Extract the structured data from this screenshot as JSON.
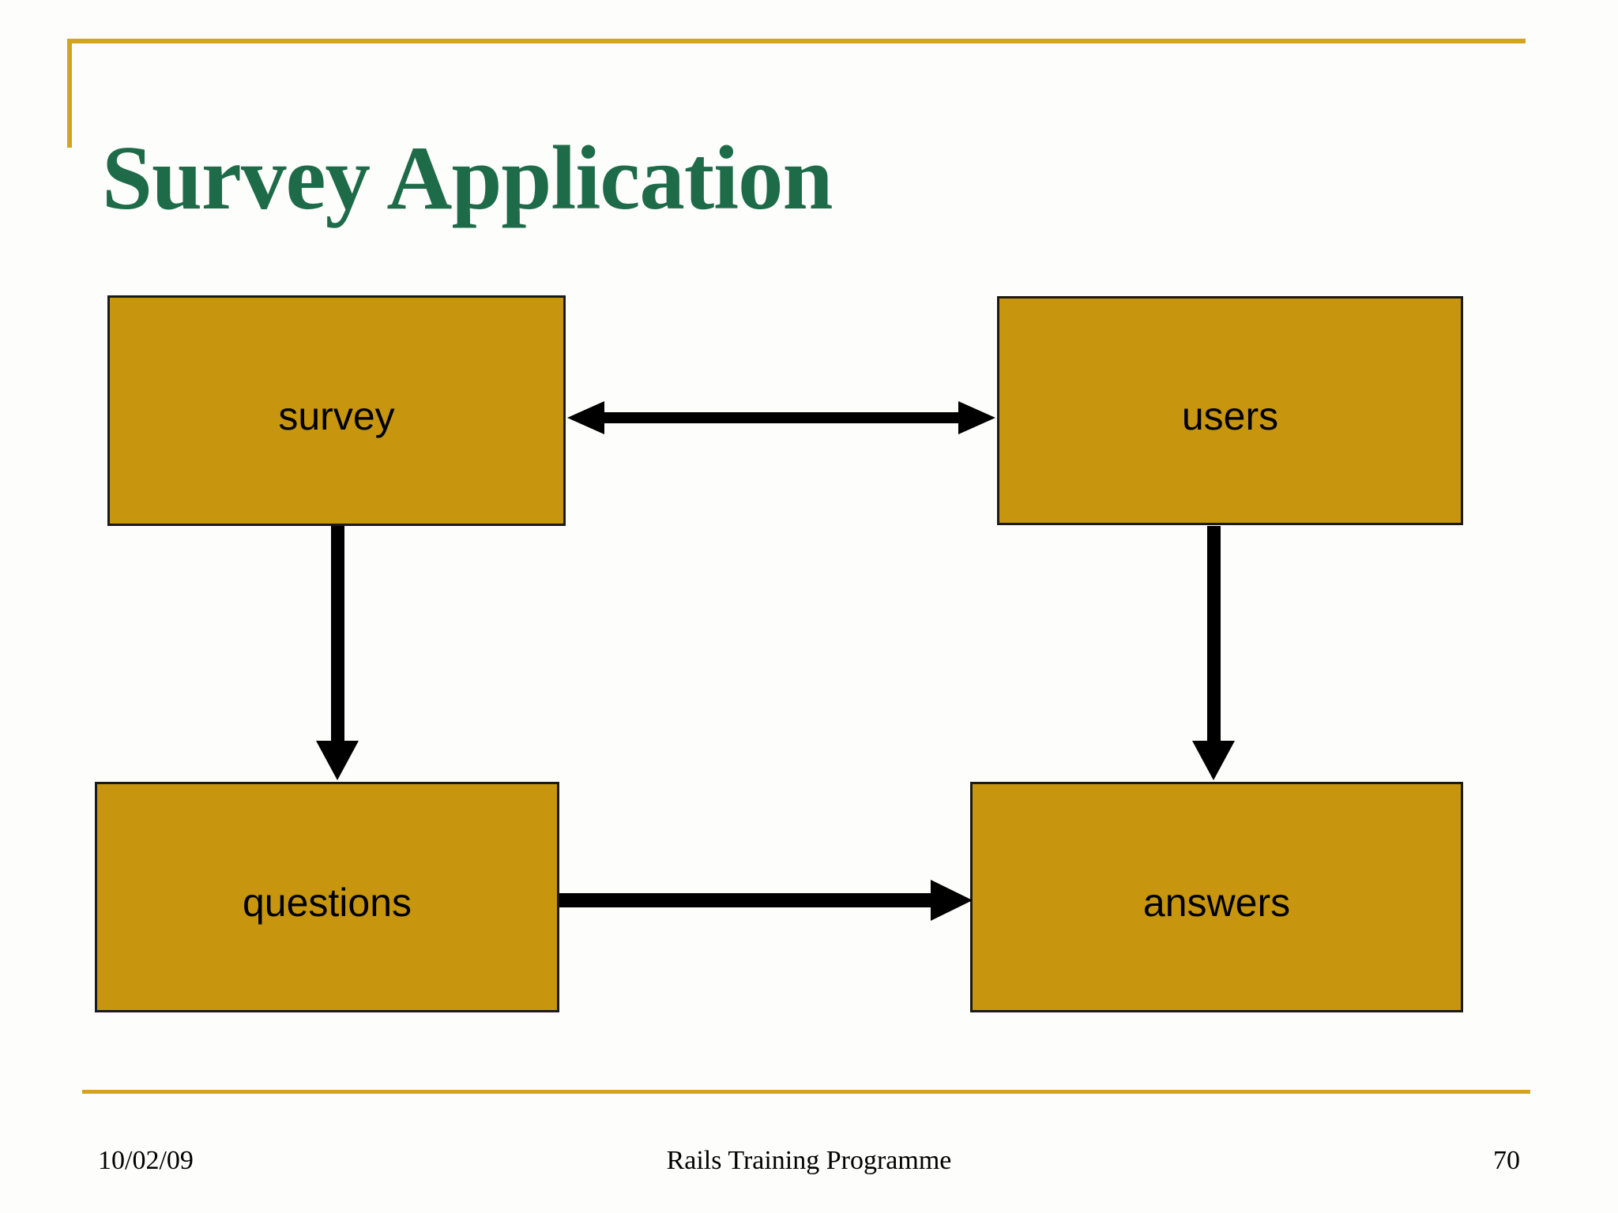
{
  "slide": {
    "title": "Survey Application",
    "boxes": {
      "survey": "survey",
      "users": "users",
      "questions": "questions",
      "answers": "answers"
    },
    "connections": [
      {
        "from": "survey",
        "to": "users",
        "direction": "bidirectional"
      },
      {
        "from": "survey",
        "to": "questions",
        "direction": "one-way"
      },
      {
        "from": "users",
        "to": "answers",
        "direction": "one-way"
      },
      {
        "from": "questions",
        "to": "answers",
        "direction": "one-way"
      }
    ],
    "footer": {
      "date": "10/02/09",
      "center": "Rails Training Programme",
      "page_number": "70"
    },
    "colors": {
      "accent_gold": "#D5A41E",
      "box_fill": "#C7960E",
      "box_border": "#1A1A1A",
      "title_green": "#1E6B49",
      "arrow_black": "#000000"
    }
  }
}
